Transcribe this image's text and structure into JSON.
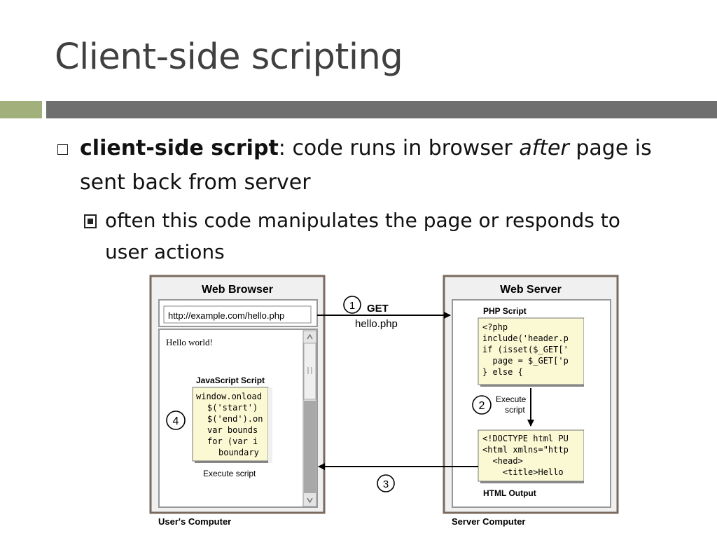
{
  "slide": {
    "title": "Client-side scripting",
    "bullet": {
      "term": "client-side script",
      "colon": ":",
      "text_before": " code runs in browser ",
      "emph": "after",
      "text_after": " page is",
      "line2": "sent back from server"
    },
    "subbullet": {
      "line1": "often this code manipulates the page or responds to",
      "line2": "user actions"
    }
  },
  "diagram": {
    "browser": {
      "title": "Web Browser",
      "url": "http://example.com/hello.php",
      "page_text": "Hello world!",
      "js_label": "JavaScript Script",
      "js_code": [
        "window.onload",
        "$('start')",
        "$('end').on",
        "var bounds",
        "for (var i",
        "boundary"
      ],
      "execute_label": "Execute script",
      "computer_label": "User's Computer"
    },
    "server": {
      "title": "Web Server",
      "php_label": "PHP Script",
      "php_code": [
        "<?php",
        "include('header.p",
        "if (isset($_GET['",
        "  page = $_GET['p",
        "} else {"
      ],
      "execute_label_1": "Execute",
      "execute_label_2": "script",
      "html_code": [
        "<!DOCTYPE html PU",
        "<html xmlns=\"http",
        "  <head>",
        "    <title>Hello"
      ],
      "html_label": "HTML Output",
      "computer_label": "Server Computer"
    },
    "steps": {
      "s1": "1",
      "s1_label": "GET",
      "s1_sub": "hello.php",
      "s2": "2",
      "s3": "3",
      "s4": "4"
    }
  }
}
